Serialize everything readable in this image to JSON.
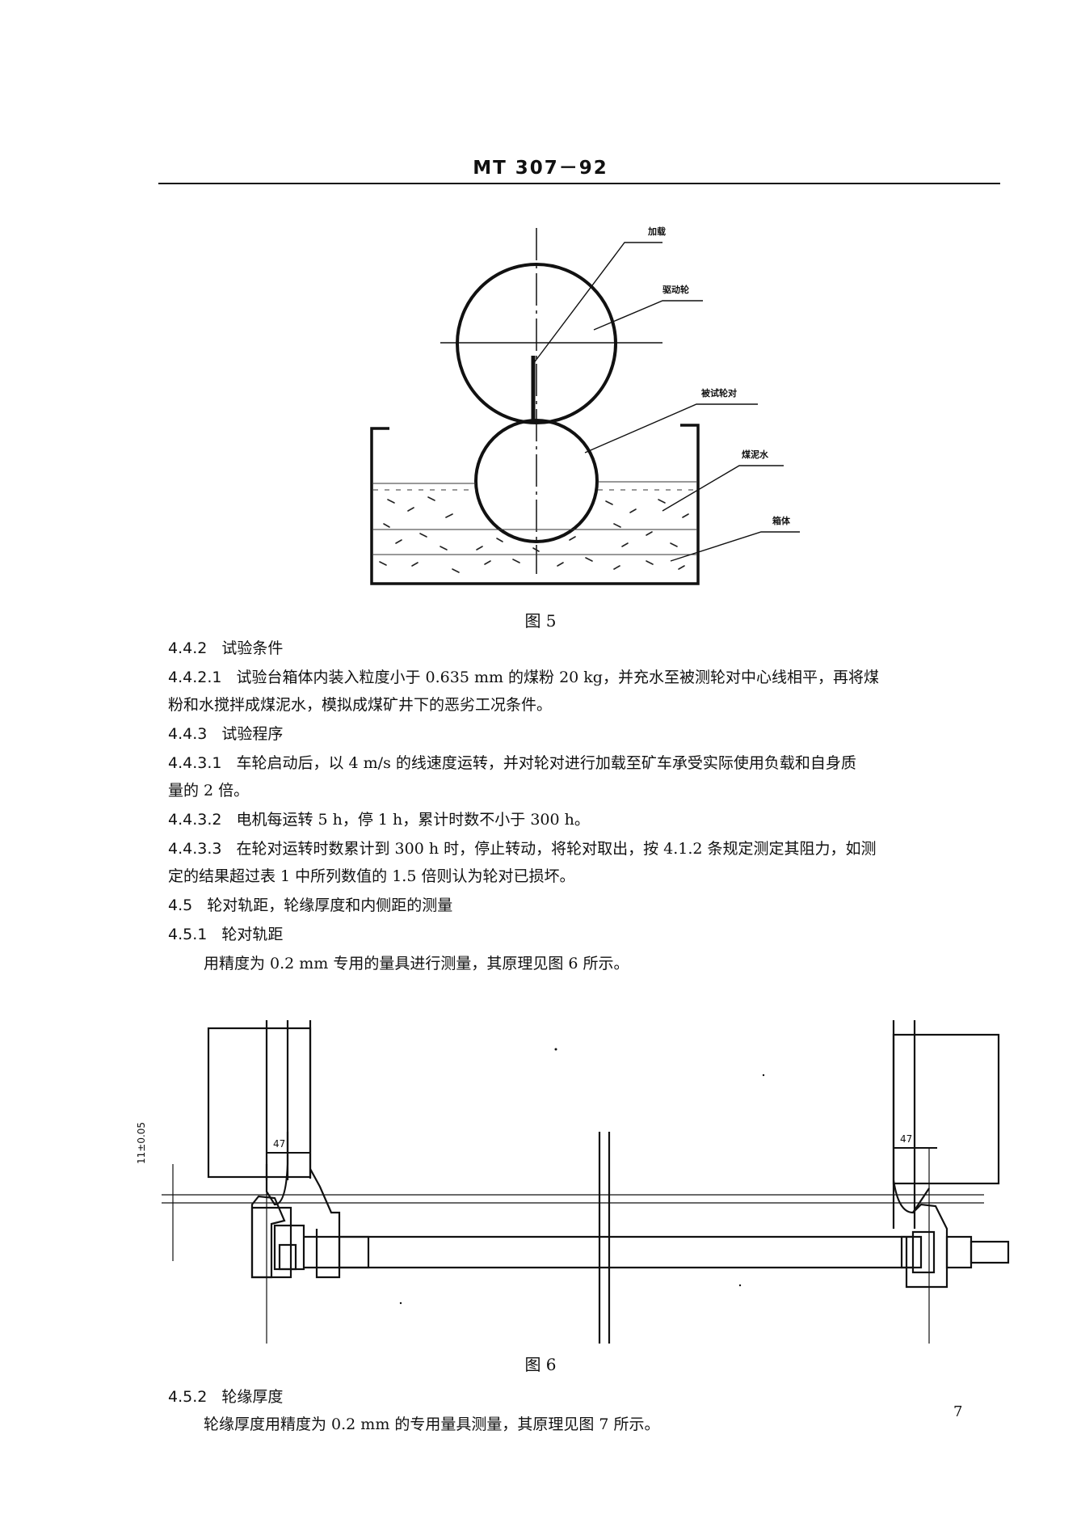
{
  "header": {
    "code": "MT  307－92"
  },
  "figure5": {
    "caption": "图 5",
    "labels": {
      "load": "加载",
      "drive_wheel": "驱动轮",
      "test_wheelset": "被试轮对",
      "coal_slurry": "煤泥水",
      "box": "箱体"
    }
  },
  "body": [
    {
      "num": "4.4.2",
      "text": "试验条件"
    },
    {
      "num": "4.4.2.1",
      "text": "试验台箱体内装入粒度小于 0.635 mm 的煤粉 20 kg，并充水至被测轮对中心线相平，再将煤"
    },
    {
      "num": "",
      "text": "粉和水搅拌成煤泥水，模拟成煤矿井下的恶劣工况条件。"
    },
    {
      "num": "4.4.3",
      "text": "试验程序"
    },
    {
      "num": "4.4.3.1",
      "text": "车轮启动后，以 4 m/s 的线速度运转，并对轮对进行加载至矿车承受实际使用负载和自身质"
    },
    {
      "num": "",
      "text": "量的 2 倍。"
    },
    {
      "num": "4.4.3.2",
      "text": "电机每运转 5 h，停 1 h，累计时数不小于 300 h。"
    },
    {
      "num": "4.4.3.3",
      "text": "在轮对运转时数累计到 300 h 时，停止转动，将轮对取出，按 4.1.2 条规定测定其阻力，如测"
    },
    {
      "num": "",
      "text": "定的结果超过表 1 中所列数值的 1.5 倍则认为轮对已损坏。"
    },
    {
      "num": "4.5",
      "text": "轮对轨距，轮缘厚度和内侧距的测量"
    },
    {
      "num": "4.5.1",
      "text": "轮对轨距"
    },
    {
      "num": "",
      "text": "用精度为 0.2 mm 专用的量具进行测量，其原理见图 6 所示。"
    }
  ],
  "figure6": {
    "caption": "图 6",
    "dim_vertical": "11±0.05",
    "dim_left": "47",
    "dim_right": "47"
  },
  "body2": [
    {
      "num": "4.5.2",
      "text": "轮缘厚度"
    },
    {
      "num": "",
      "text": "轮缘厚度用精度为 0.2 mm 的专用量具测量，其原理见图 7 所示。"
    }
  ],
  "page_number": "7"
}
